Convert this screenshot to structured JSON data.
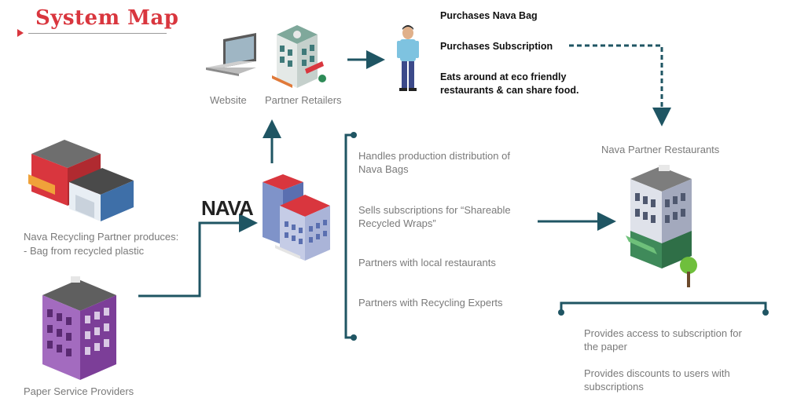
{
  "title": "System Map",
  "nodes": {
    "website": "Website",
    "partner_retailers": "Partner Retailers",
    "recycling_partner": "Nava Recycling Partner produces:",
    "recycling_partner_sub": "- Bag from recycled plastic",
    "paper_service": "Paper Service Providers",
    "nava_logo": "NAVA",
    "nava_partner_restaurants": "Nava Partner Restaurants"
  },
  "customer_actions": [
    "Purchases Nava Bag",
    "Purchases Subscription",
    "Eats around at eco friendly",
    "restaurants & can share food."
  ],
  "nava_roles": [
    [
      "Handles production distribution of",
      "Nava Bags"
    ],
    [
      "Sells subscriptions for “Shareable",
      "Recycled Wraps”"
    ],
    [
      "Partners with local restaurants"
    ],
    [
      "Partners with Recycling Experts"
    ]
  ],
  "restaurant_roles": [
    [
      "Provides access to subscription for",
      "the paper"
    ],
    [
      "Provides discounts to users with",
      "subscriptions"
    ]
  ],
  "colors": {
    "accent": "#d9363e",
    "connector": "#1f5563",
    "label": "#7a7a7a"
  }
}
